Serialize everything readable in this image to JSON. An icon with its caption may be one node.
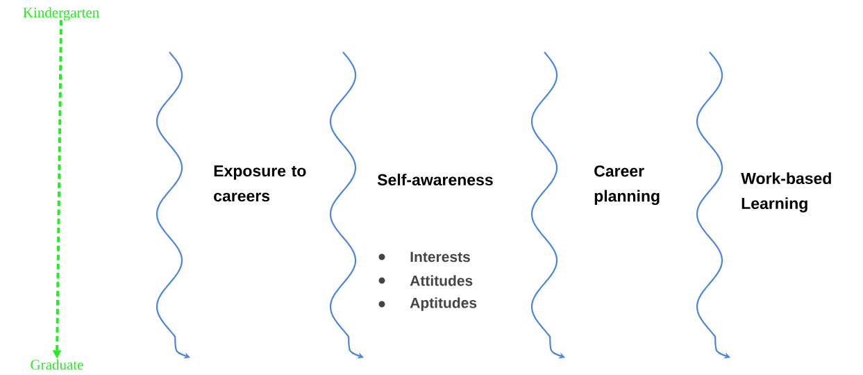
{
  "diagram": {
    "nodes": [
      {
        "text": [
          "Kindergarten"
        ]
      },
      {
        "text": [
          "Graduate"
        ]
      }
    ],
    "edges": [
      {
        "from": 0,
        "to": 1,
        "arrow": "to",
        "style": "dashed",
        "color": "#22ee22"
      }
    ],
    "labels": [
      "Exposure to careers",
      "Self-awareness",
      "Career planning",
      "Work-based Learning",
      "Interests",
      "Attitudes",
      "Aptitudes"
    ]
  }
}
